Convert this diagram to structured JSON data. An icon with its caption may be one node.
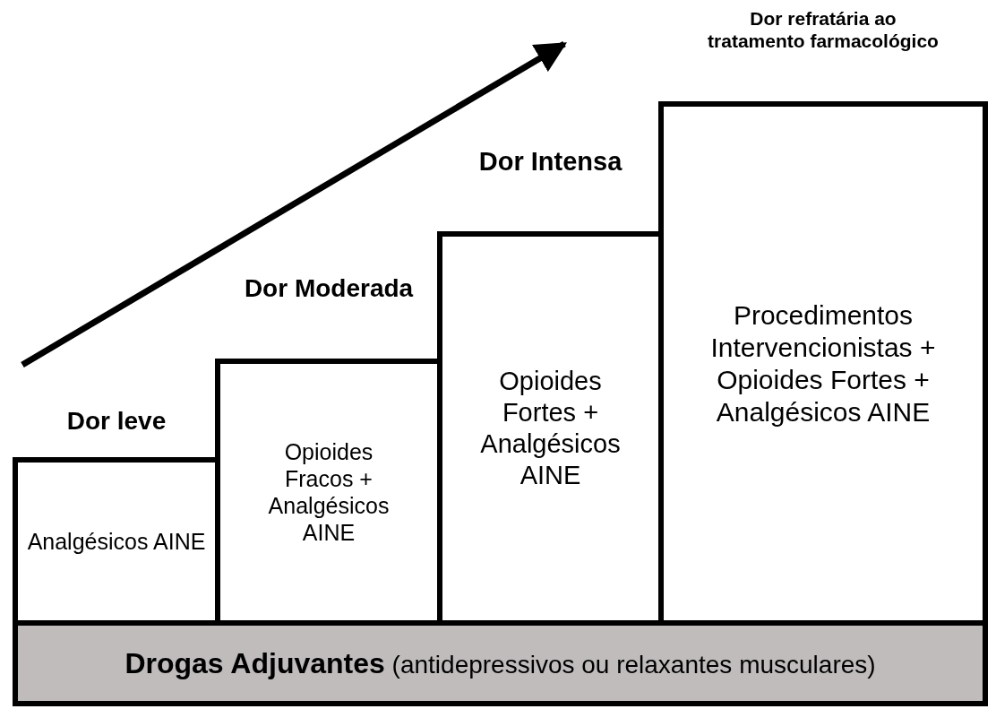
{
  "diagram": {
    "nodes": [
      {
        "text": [
          "Dor leve",
          "Analgésicos AINE"
        ]
      },
      {
        "text": [
          "Dor Moderada",
          "Opioides Fracos + Analgésicos AINE"
        ]
      },
      {
        "text": [
          "Dor Intensa",
          "Opioides Fortes + Analgésicos AINE"
        ]
      },
      {
        "text": [
          "Dor refratária ao tratamento farmacológico",
          "Procedimentos Intervencionistas + Opioides Fortes + Analgésicos AINE"
        ]
      },
      {
        "text": [
          "**Drogas Adjuvantes** (antidepressivos ou relaxantes musculares)"
        ]
      }
    ]
  }
}
